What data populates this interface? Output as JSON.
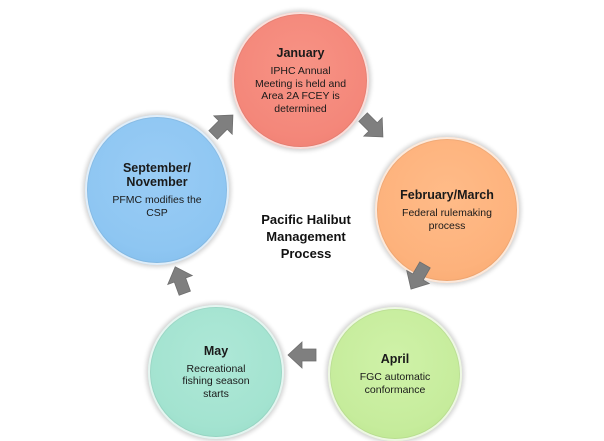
{
  "diagram": {
    "center_title": "Pacific Halibut Management Process",
    "nodes": [
      {
        "id": "january",
        "title": "January",
        "description": "IPHC Annual Meeting is held and Area 2A FCEY is determined",
        "color": "#f4877a"
      },
      {
        "id": "february-march",
        "title": "February/March",
        "description": "Federal rulemaking process",
        "color": "#fdb27c"
      },
      {
        "id": "april",
        "title": "April",
        "description": "FGC automatic conformance",
        "color": "#c6ec9c"
      },
      {
        "id": "may",
        "title": "May",
        "description": "Recreational fishing season starts",
        "color": "#a3e3d0"
      },
      {
        "id": "september-november",
        "title": "September/ November",
        "description": "PFMC modifies the CSP",
        "color": "#8ec6f2"
      }
    ],
    "arrows": [
      {
        "from": "january",
        "to": "february-march",
        "direction": "down-right"
      },
      {
        "from": "february-march",
        "to": "april",
        "direction": "down-left"
      },
      {
        "from": "april",
        "to": "may",
        "direction": "left"
      },
      {
        "from": "may",
        "to": "september-november",
        "direction": "up-left"
      },
      {
        "from": "september-november",
        "to": "january",
        "direction": "up-right"
      }
    ],
    "arrow_color": "#7f7f7f"
  }
}
